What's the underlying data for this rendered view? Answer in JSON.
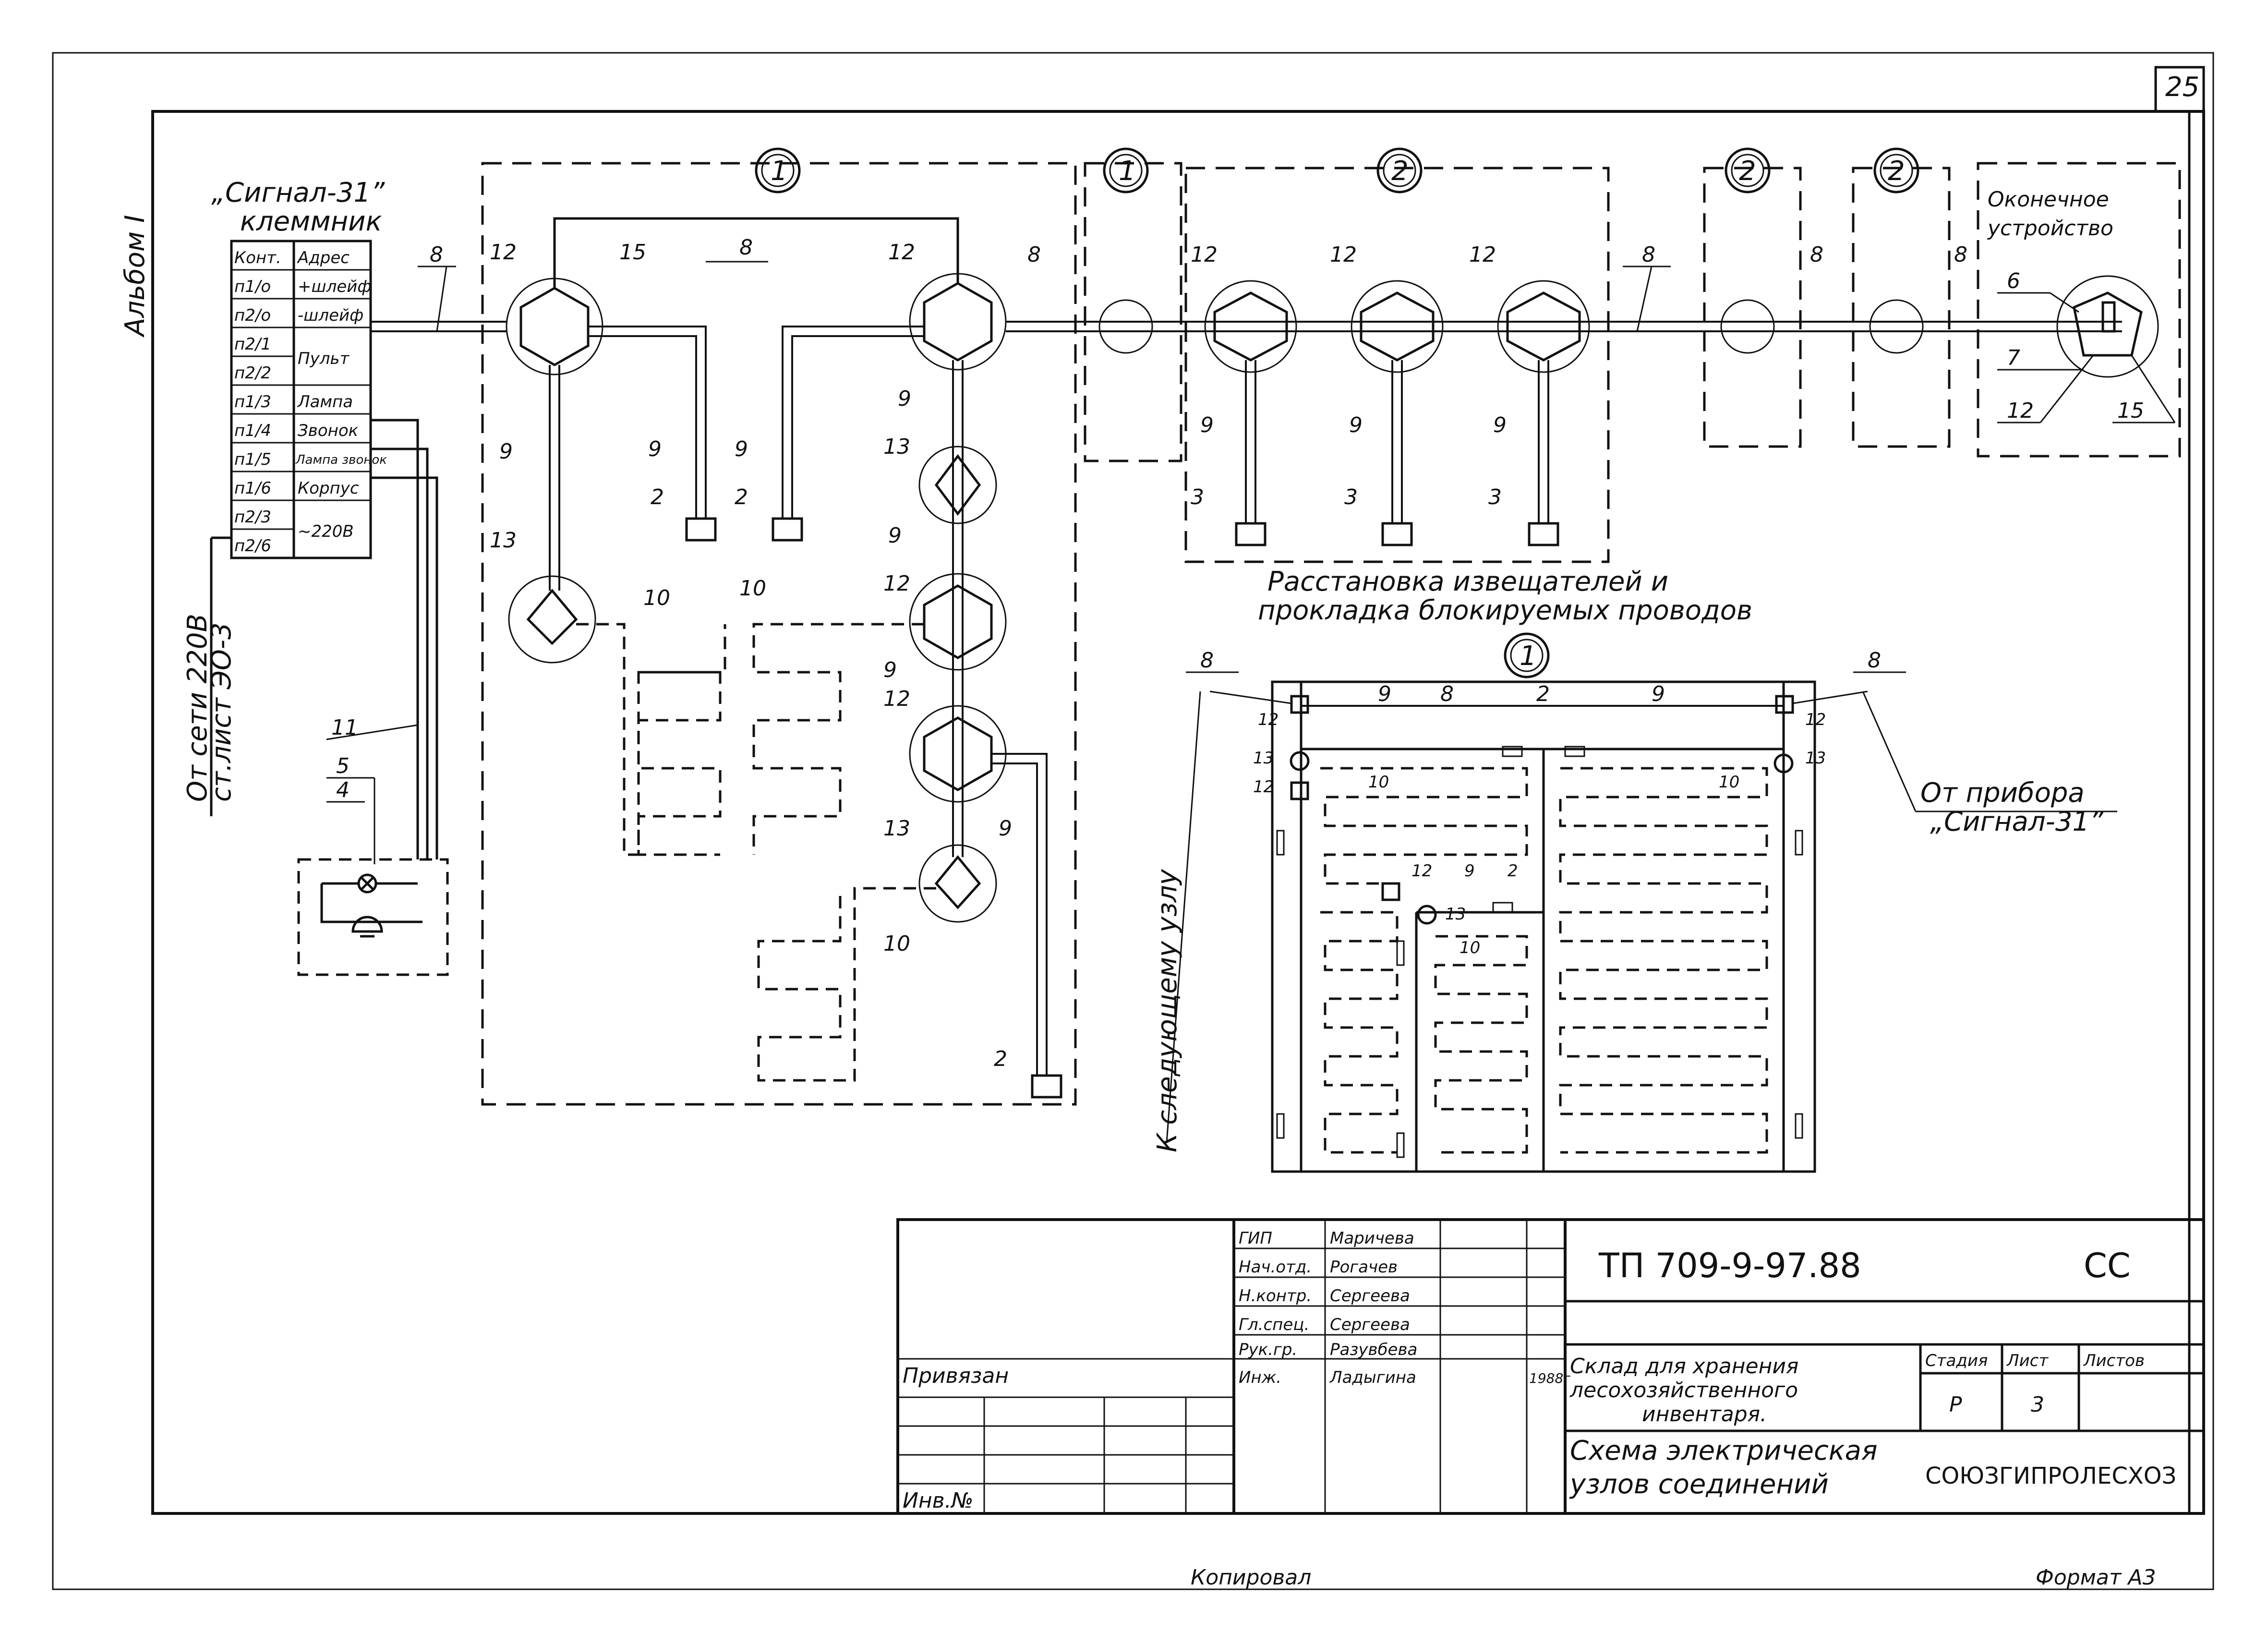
{
  "sheet": {
    "number": "25",
    "album": "Альбом I",
    "copied_by": "Копировал",
    "format": "Формат А3"
  },
  "terminal": {
    "title1": "„Сигнал-31”",
    "title2": "клеммник",
    "header": [
      "Конт.",
      "Адрес"
    ],
    "rows": [
      [
        "п1/о",
        "+шлейф"
      ],
      [
        "п2/о",
        "-шлейф"
      ],
      [
        "п2/1",
        "Пульт"
      ],
      [
        "п2/2",
        ""
      ],
      [
        "п1/3",
        "Лампа"
      ],
      [
        "п1/4",
        "Звонок"
      ],
      [
        "п1/5",
        "Лампа звонок"
      ],
      [
        "п1/6",
        "Корпус"
      ],
      [
        "п2/3",
        "~220В"
      ],
      [
        "п2/6",
        ""
      ]
    ],
    "mains1": "От сети 220В",
    "mains2": "ст.лист ЭО-3"
  },
  "markers": {
    "m1": "1",
    "m2": "2"
  },
  "labels": {
    "n2": "2",
    "n3": "3",
    "n4": "4",
    "n5": "5",
    "n6": "6",
    "n7": "7",
    "n8": "8",
    "n9": "9",
    "n10": "10",
    "n11": "11",
    "n12": "12",
    "n13": "13",
    "n15": "15"
  },
  "terminal_device": {
    "line1": "Оконечное",
    "line2": "устройство"
  },
  "layout_caption": {
    "line1": "Расстановка извещателей и",
    "line2": "прокладка блокируемых проводов"
  },
  "side_captions": {
    "next_node": "К следующему узлу",
    "from_device1": "От прибора",
    "from_device2": "„Сигнал-31”"
  },
  "title_block": {
    "code": "ТП 709-9-97.88",
    "mark": "СС",
    "staff": [
      [
        "ГИП",
        "Маричева"
      ],
      [
        "Нач.отд.",
        "Рогачев"
      ],
      [
        "Н.контр.",
        "Сергеева"
      ],
      [
        "Гл.спец.",
        "Сергеева"
      ],
      [
        "Рук.гр.",
        "Разувбева"
      ],
      [
        "Инж.",
        "Ладыгина"
      ]
    ],
    "year": "1988г",
    "attached": "Привязан",
    "inv": "Инв.№",
    "object1": "Склад для хранения",
    "object2": "лесохозяйственного",
    "object3": "инвентаря.",
    "sheet_title1": "Схема электрическая",
    "sheet_title2": "узлов соединений",
    "stage_h": "Стадия",
    "sheet_h": "Лист",
    "sheets_h": "Листов",
    "stage": "Р",
    "sheet_no": "3",
    "org": "СОЮЗГИПРОЛЕСХОЗ"
  }
}
